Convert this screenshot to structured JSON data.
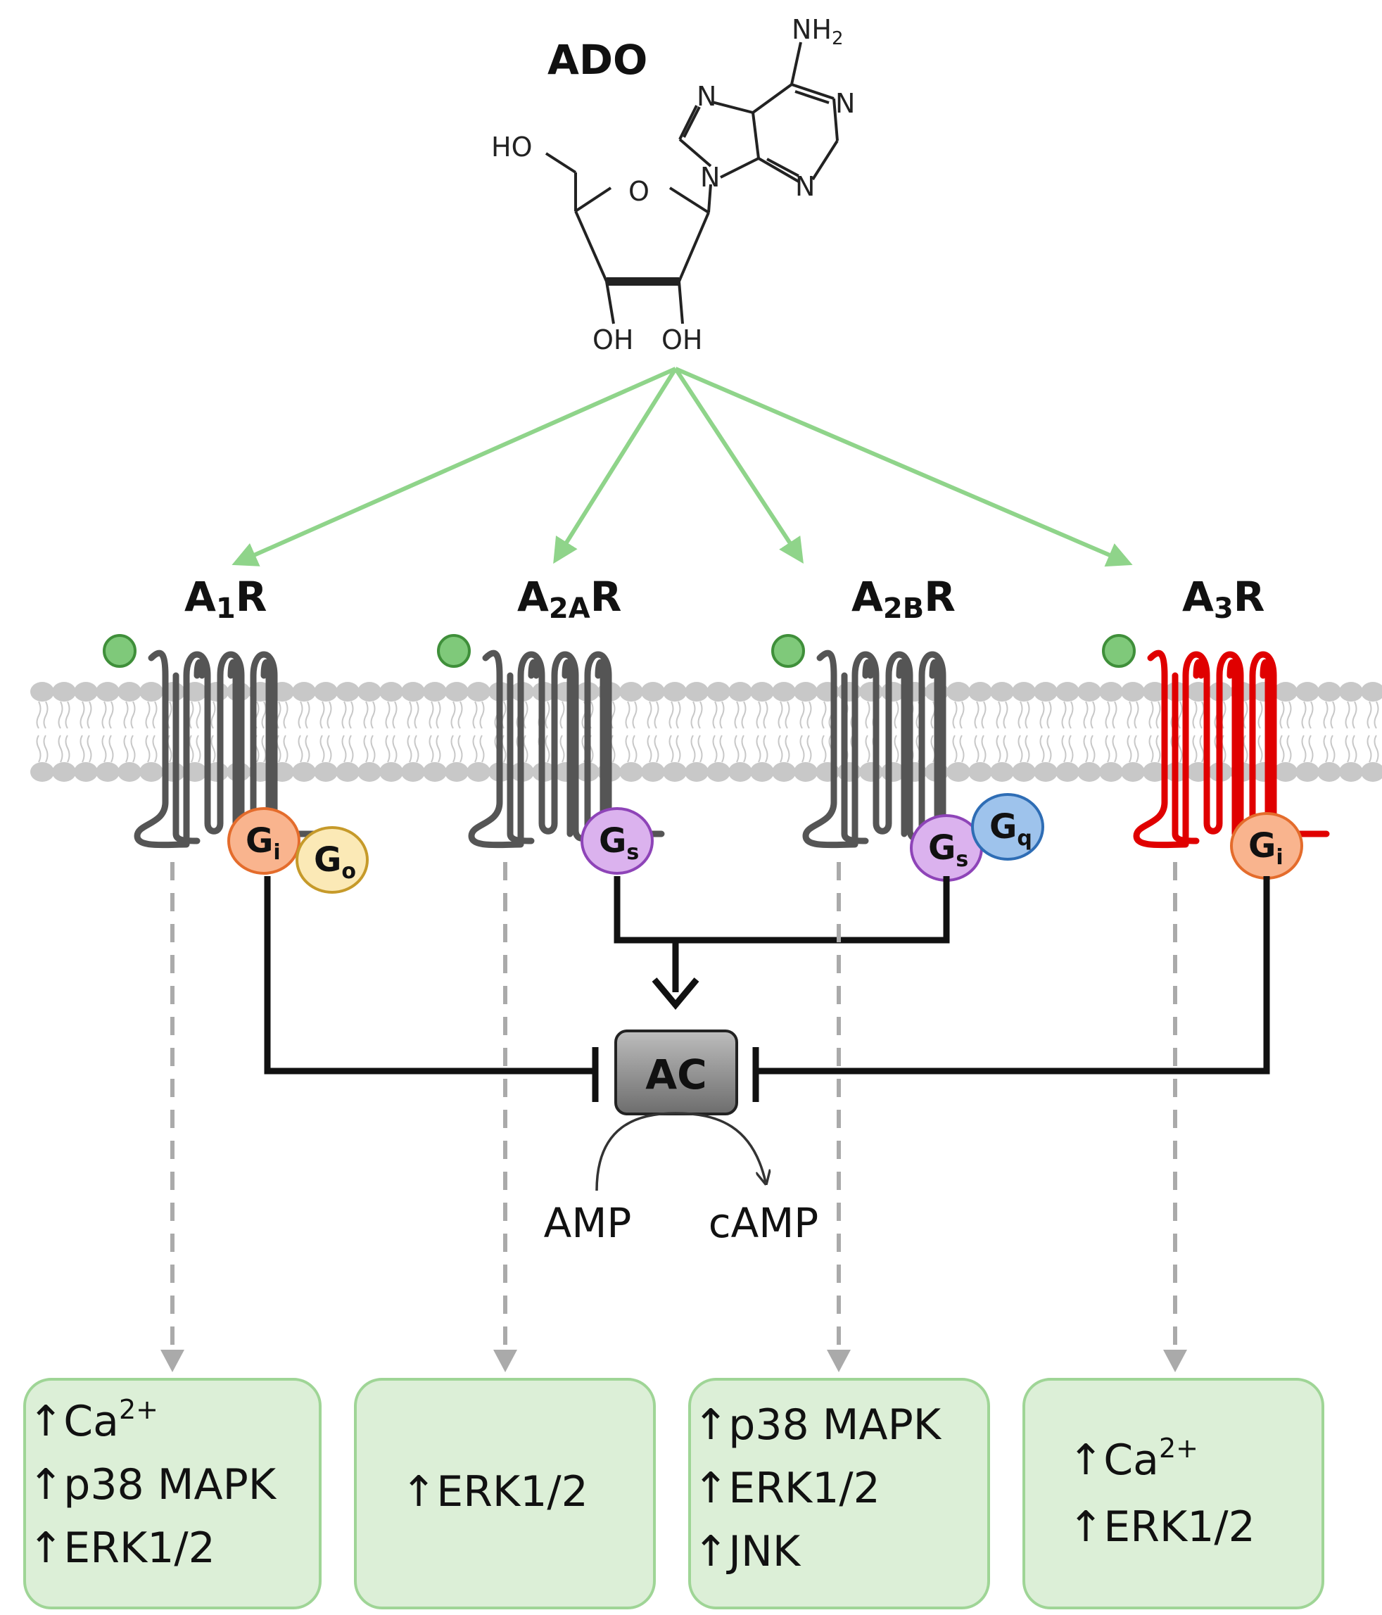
{
  "ligand": {
    "name": "ADO",
    "atoms": {
      "nh2": "NH",
      "nh2_sub": "2",
      "n": "N",
      "o": "O",
      "ho": "HO",
      "oh": "OH"
    }
  },
  "receptors": [
    {
      "base": "A",
      "sub": "1",
      "suffix": "R",
      "color": "#555555",
      "proteins": [
        {
          "base": "G",
          "sub": "i",
          "fill": "#f9b48e",
          "stroke": "#e46c2c"
        },
        {
          "base": "G",
          "sub": "o",
          "fill": "#fbe9b6",
          "stroke": "#c69a2a"
        }
      ]
    },
    {
      "base": "A",
      "sub": "2A",
      "suffix": "R",
      "color": "#555555",
      "proteins": [
        {
          "base": "G",
          "sub": "s",
          "fill": "#dbb2ee",
          "stroke": "#8e44b8"
        }
      ]
    },
    {
      "base": "A",
      "sub": "2B",
      "suffix": "R",
      "color": "#555555",
      "proteins": [
        {
          "base": "G",
          "sub": "s",
          "fill": "#dbb2ee",
          "stroke": "#8e44b8"
        },
        {
          "base": "G",
          "sub": "q",
          "fill": "#9ec3ec",
          "stroke": "#2e6db5"
        }
      ]
    },
    {
      "base": "A",
      "sub": "3",
      "suffix": "R",
      "color": "#e00000",
      "proteins": [
        {
          "base": "G",
          "sub": "i",
          "fill": "#f9b48e",
          "stroke": "#e46c2c"
        }
      ]
    }
  ],
  "enzyme": {
    "label": "AC",
    "substrate": "AMP",
    "product": "cAMP"
  },
  "outcomes": [
    [
      {
        "arrow": "↑",
        "text": "Ca",
        "sup": "2+"
      },
      {
        "arrow": "↑",
        "text": "p38 MAPK"
      },
      {
        "arrow": "↑",
        "text": "ERK1/2"
      }
    ],
    [
      {
        "arrow": "↑",
        "text": "ERK1/2"
      }
    ],
    [
      {
        "arrow": "↑",
        "text": "p38 MAPK"
      },
      {
        "arrow": "↑",
        "text": "ERK1/2"
      },
      {
        "arrow": "↑",
        "text": "JNK"
      }
    ],
    [
      {
        "arrow": "↑",
        "text": "Ca",
        "sup": "2+"
      },
      {
        "arrow": "↑",
        "text": "ERK1/2"
      }
    ]
  ],
  "colors": {
    "ligand_arrow": "#8fd48a",
    "membrane": "#c8c8c8",
    "receptor_gray": "#555555",
    "receptor_red": "#e00000",
    "box_fill": "#dcefd7",
    "box_stroke": "#9fd596",
    "dashed_arrow": "#aaaaaa",
    "ac_fill": "#8a8a8a",
    "glycosylation": "#7fc97a"
  }
}
